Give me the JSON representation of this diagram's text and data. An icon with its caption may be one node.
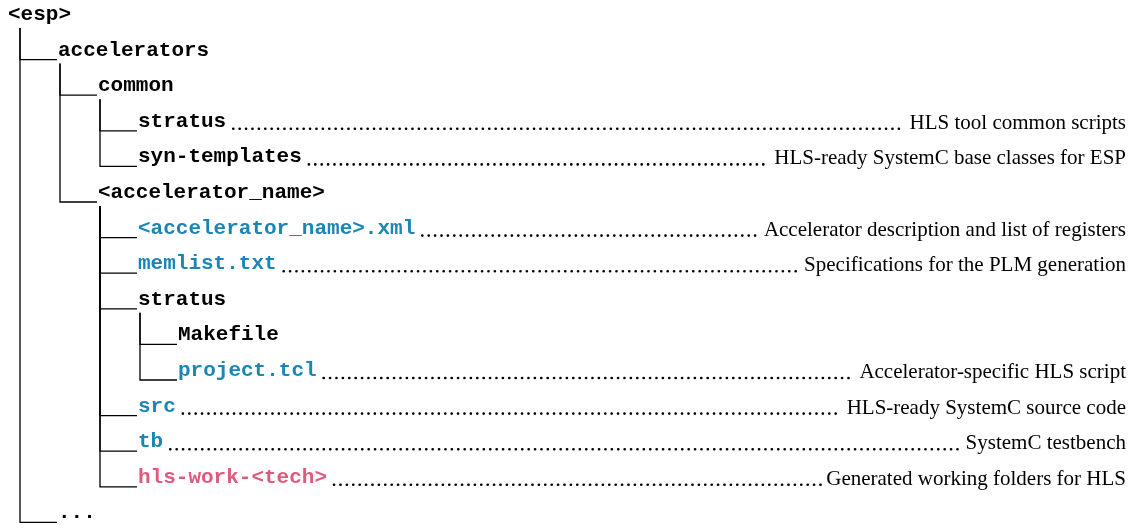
{
  "diagram": {
    "nodes": [
      {
        "text": [
          "<esp>"
        ]
      },
      {
        "text": [
          "accelerators"
        ]
      },
      {
        "text": [
          "common"
        ]
      },
      {
        "text": [
          "stratus"
        ]
      },
      {
        "text": [
          "syn-templates"
        ]
      },
      {
        "text": [
          "<accelerator_name>"
        ]
      },
      {
        "text": [
          "<accelerator_name>.xml"
        ]
      },
      {
        "text": [
          "memlist.txt"
        ]
      },
      {
        "text": [
          "stratus"
        ]
      },
      {
        "text": [
          "Makefile"
        ]
      },
      {
        "text": [
          "project.tcl"
        ]
      },
      {
        "text": [
          "src"
        ]
      },
      {
        "text": [
          "tb"
        ]
      },
      {
        "text": [
          "hls-work-<tech>"
        ]
      },
      {
        "text": [
          "..."
        ]
      },
      {
        "text": [
          "HLS tool common scripts"
        ]
      },
      {
        "text": [
          "HLS-ready SystemC base classes for ESP"
        ]
      },
      {
        "text": [
          "Accelerator description and list of registers"
        ]
      },
      {
        "text": [
          "Specifications for the PLM generation"
        ]
      },
      {
        "text": [
          "Accelerator-specific HLS script"
        ]
      },
      {
        "text": [
          "HLS-ready SystemC source code"
        ]
      },
      {
        "text": [
          "SystemC testbench"
        ]
      },
      {
        "text": [
          "Generated working folders for HLS"
        ]
      }
    ],
    "edges": [
      {
        "from": 0,
        "to": 1,
        "arrow": "none"
      },
      {
        "from": 1,
        "to": 2,
        "arrow": "none"
      },
      {
        "from": 2,
        "to": 3,
        "arrow": "none"
      },
      {
        "from": 2,
        "to": 4,
        "arrow": "none"
      },
      {
        "from": 1,
        "to": 5,
        "arrow": "none"
      },
      {
        "from": 5,
        "to": 6,
        "arrow": "none"
      },
      {
        "from": 5,
        "to": 7,
        "arrow": "none"
      },
      {
        "from": 5,
        "to": 8,
        "arrow": "none"
      },
      {
        "from": 8,
        "to": 9,
        "arrow": "none"
      },
      {
        "from": 8,
        "to": 10,
        "arrow": "none"
      },
      {
        "from": 5,
        "to": 11,
        "arrow": "none"
      },
      {
        "from": 5,
        "to": 12,
        "arrow": "none"
      },
      {
        "from": 5,
        "to": 13,
        "arrow": "none"
      },
      {
        "from": 0,
        "to": 14,
        "arrow": "none"
      },
      {
        "from": 3,
        "to": 15,
        "arrow": "none",
        "style": "dashed"
      },
      {
        "from": 4,
        "to": 16,
        "arrow": "none",
        "style": "dashed"
      },
      {
        "from": 6,
        "to": 17,
        "arrow": "none",
        "style": "dashed"
      },
      {
        "from": 7,
        "to": 18,
        "arrow": "none",
        "style": "dashed"
      },
      {
        "from": 10,
        "to": 19,
        "arrow": "none",
        "style": "dashed"
      },
      {
        "from": 11,
        "to": 20,
        "arrow": "none",
        "style": "dashed"
      },
      {
        "from": 12,
        "to": 21,
        "arrow": "none",
        "style": "dashed"
      },
      {
        "from": 13,
        "to": 22,
        "arrow": "none",
        "style": "dashed"
      }
    ]
  }
}
